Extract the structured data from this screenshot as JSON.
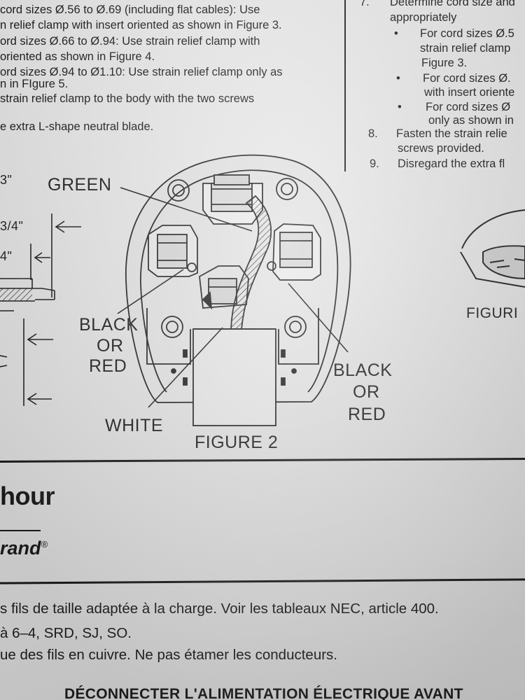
{
  "left_column": {
    "lines": [
      "cord sizes Ø.56 to Ø.69 (including flat cables): Use",
      "n relief clamp with insert oriented as shown in Figure 3.",
      "ord sizes Ø.66 to Ø.94: Use strain relief clamp with",
      " oriented as shown in Figure 4.",
      "ord sizes Ø.94 to Ø1.10: Use strain relief clamp only as",
      "n in FIgure 5.",
      "strain relief clamp to the body with the two screws",
      "e extra L-shape neutral blade."
    ]
  },
  "right_column": {
    "items": [
      {
        "num": "7.",
        "text": "Determine cord size and"
      },
      {
        "num": "",
        "text": "appropriately"
      },
      {
        "bullet": "•",
        "text": "For cord sizes Ø.5"
      },
      {
        "num": "",
        "text": "strain relief clamp"
      },
      {
        "num": "",
        "text": "Figure 3."
      },
      {
        "bullet": "•",
        "text": "For cord sizes Ø."
      },
      {
        "num": "",
        "text": "with insert oriente"
      },
      {
        "bullet": "•",
        "text": "For cord sizes Ø"
      },
      {
        "num": "",
        "text": "only as shown in"
      },
      {
        "num": "8.",
        "text": "Fasten the strain relie"
      },
      {
        "num": "",
        "text": "screws provided."
      },
      {
        "num": "9.",
        "text": "Disregard the extra fl"
      }
    ]
  },
  "figure2": {
    "caption": "FIGURE 2",
    "labels": {
      "green": "GREEN",
      "black_left_1": "BLACK",
      "black_left_2": "OR",
      "black_left_3": "RED",
      "white": "WHITE",
      "black_right_1": "BLACK",
      "black_right_2": "OR",
      "black_right_3": "RED"
    }
  },
  "left_dims": {
    "d1": "3\"",
    "d2": "3/4\"",
    "d3": "4\""
  },
  "right_figure": {
    "caption": "FIGURI"
  },
  "brand_block": {
    "word": "hour",
    "brand": "rand",
    "reg": "®"
  },
  "french": {
    "lines": [
      "s fils de taille adaptée à la charge. Voir les tableaux NEC, article 400.",
      "à 6–4, SRD, SJ, SO.",
      "ue des fils en cuivre. Ne pas étamer les conducteurs."
    ],
    "heading": "DÉCONNECTER L'ALIMENTATION ÉLECTRIQUE AVANT"
  },
  "colors": {
    "ink": "#1c1c1c",
    "paper": "#e8e8e8"
  }
}
